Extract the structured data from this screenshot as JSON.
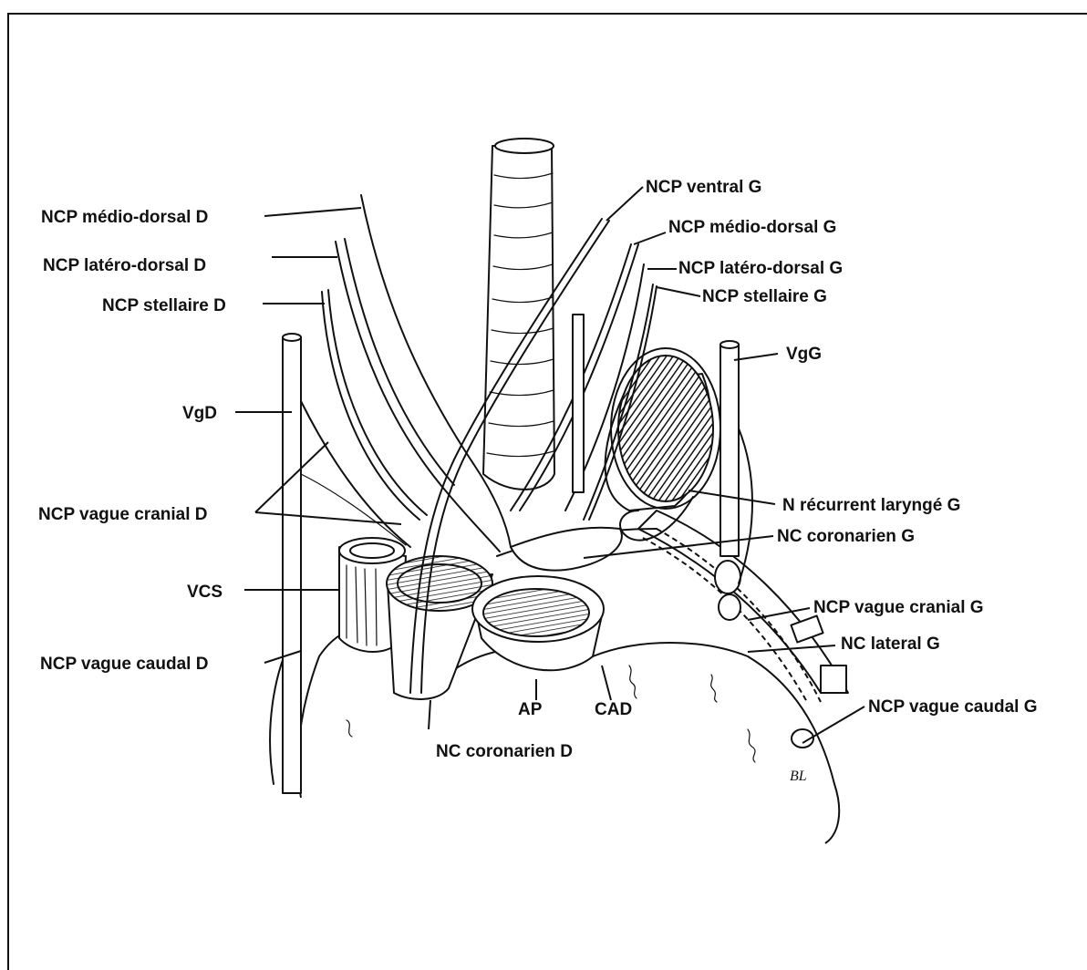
{
  "labels": {
    "ncp_medio_dorsal_d": "NCP médio-dorsal D",
    "ncp_latero_dorsal_d": "NCP latéro-dorsal D",
    "ncp_stellaire_d": "NCP stellaire D",
    "vgd": "VgD",
    "ncp_vague_cranial_d": "NCP vague cranial D",
    "vcs": "VCS",
    "ncp_vague_caudal_d": "NCP vague caudal D",
    "nc_coronarien_d": "NC coronarien D",
    "ap": "AP",
    "cad": "CAD",
    "ncp_ventral_g": "NCP ventral G",
    "ncp_medio_dorsal_g": "NCP médio-dorsal G",
    "ncp_latero_dorsal_g": "NCP latéro-dorsal G",
    "ncp_stellaire_g": "NCP stellaire G",
    "vgg": "VgG",
    "n_recurrent_larynge_g": "N récurrent laryngé G",
    "nc_coronarien_g": "NC coronarien G",
    "ncp_vague_cranial_g": "NCP vague cranial G",
    "nc_lateral_g": "NC lateral G",
    "ncp_vague_caudal_g": "NCP vague caudal G"
  }
}
